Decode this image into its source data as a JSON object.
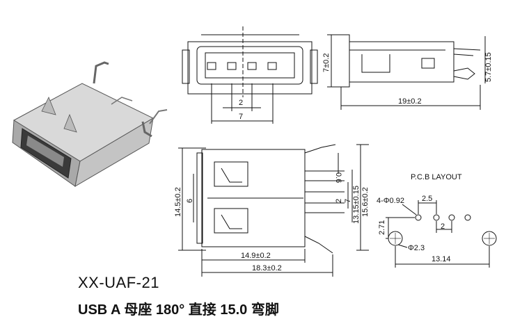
{
  "part": {
    "model": "XX-UAF-21",
    "description": "USB  A 母座 180°  直接 15.0 弯脚"
  },
  "views": {
    "front": {
      "dim_pitch": "2",
      "dim_span": "7"
    },
    "side": {
      "dim_height": "7±0.2",
      "dim_length": "19±0.2",
      "dim_pin": "5.7±0.15"
    },
    "top": {
      "dim_width": "14.5±0.2",
      "dim_center": "6",
      "dim_inner_length": "14.9±0.2",
      "dim_total_length": "18.3±0.2",
      "dim_tab": "0.6",
      "dim_pitch": "2",
      "dim_span": "7",
      "dim_pin_span": "13.15±0.15",
      "dim_body": "15.6±0.2"
    },
    "pcb": {
      "title": "P.C.B LAYOUT",
      "dim_hole": "4-Φ0.92",
      "dim_pitch_a": "2.5",
      "dim_pitch_b": "2",
      "dim_offset": "2.71",
      "dim_large_hole": "Φ2.3",
      "dim_mount_span": "13.14"
    }
  }
}
